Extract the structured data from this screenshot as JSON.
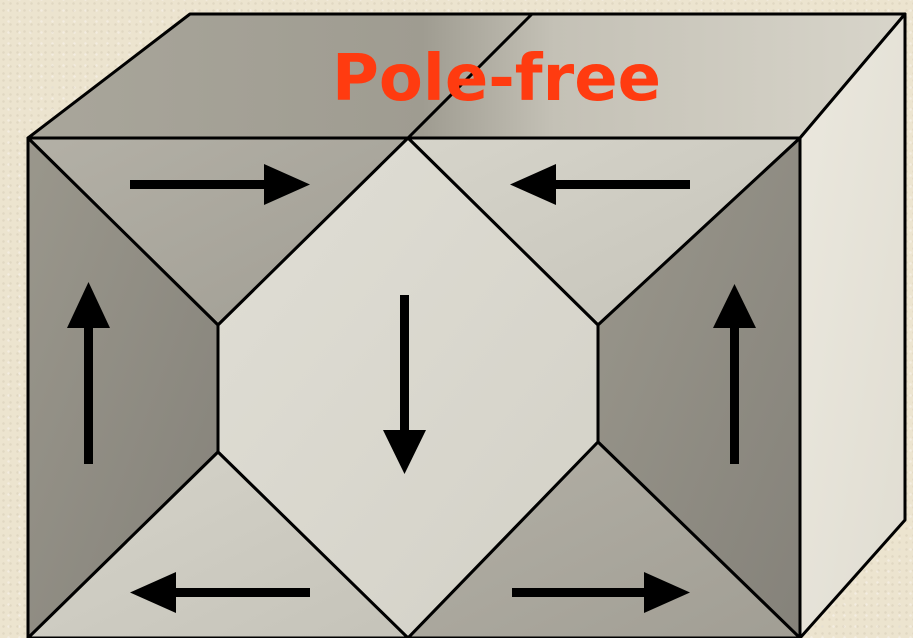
{
  "diagram": {
    "title": "Pole-free",
    "colors": {
      "title": "#ff3b10",
      "background": "#ece4cf",
      "outline": "#000000",
      "arrow": "#000000",
      "top_face": "#b3b0a4",
      "side_face": "#e6e3d8",
      "domain_dark": "#8e8b80",
      "domain_medium": "#aaa79d",
      "domain_light": "#cdcbc1",
      "domain_center": "#dcdad0"
    },
    "domains": [
      {
        "id": "top-left",
        "arrow": "right-arrow-icon"
      },
      {
        "id": "top-right",
        "arrow": "left-arrow-icon"
      },
      {
        "id": "left",
        "arrow": "up-arrow-icon"
      },
      {
        "id": "center",
        "arrow": "down-arrow-icon"
      },
      {
        "id": "right",
        "arrow": "up-arrow-icon"
      },
      {
        "id": "bottom-left",
        "arrow": "left-arrow-icon"
      },
      {
        "id": "bottom-right",
        "arrow": "right-arrow-icon"
      }
    ]
  }
}
